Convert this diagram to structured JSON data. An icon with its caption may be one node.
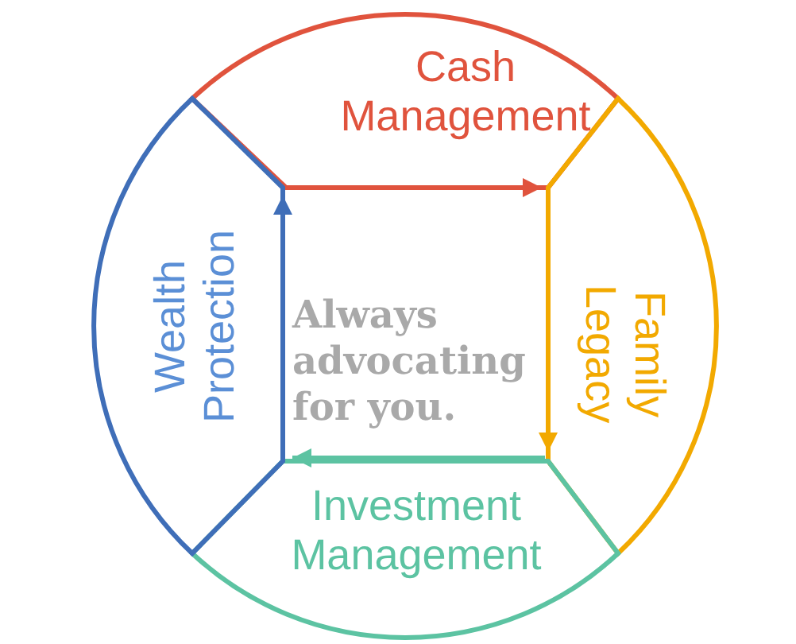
{
  "diagram": {
    "nodes": [
      {
        "text": [
          "Cash Management"
        ]
      },
      {
        "text": [
          "Family Legacy"
        ]
      },
      {
        "text": [
          "Investment Management"
        ]
      },
      {
        "text": [
          "Wealth Protection"
        ]
      }
    ],
    "edges": [
      {
        "from": 0,
        "to": 1,
        "arrow": "to",
        "color": "#e0533d"
      },
      {
        "from": 1,
        "to": 2,
        "arrow": "to",
        "color": "#f2a900"
      },
      {
        "from": 2,
        "to": 3,
        "arrow": "to",
        "color": "#5cc3a2"
      },
      {
        "from": 3,
        "to": 0,
        "arrow": "to",
        "color": "#3f6eb8"
      }
    ],
    "labels": [
      "Always advocating for you."
    ]
  }
}
